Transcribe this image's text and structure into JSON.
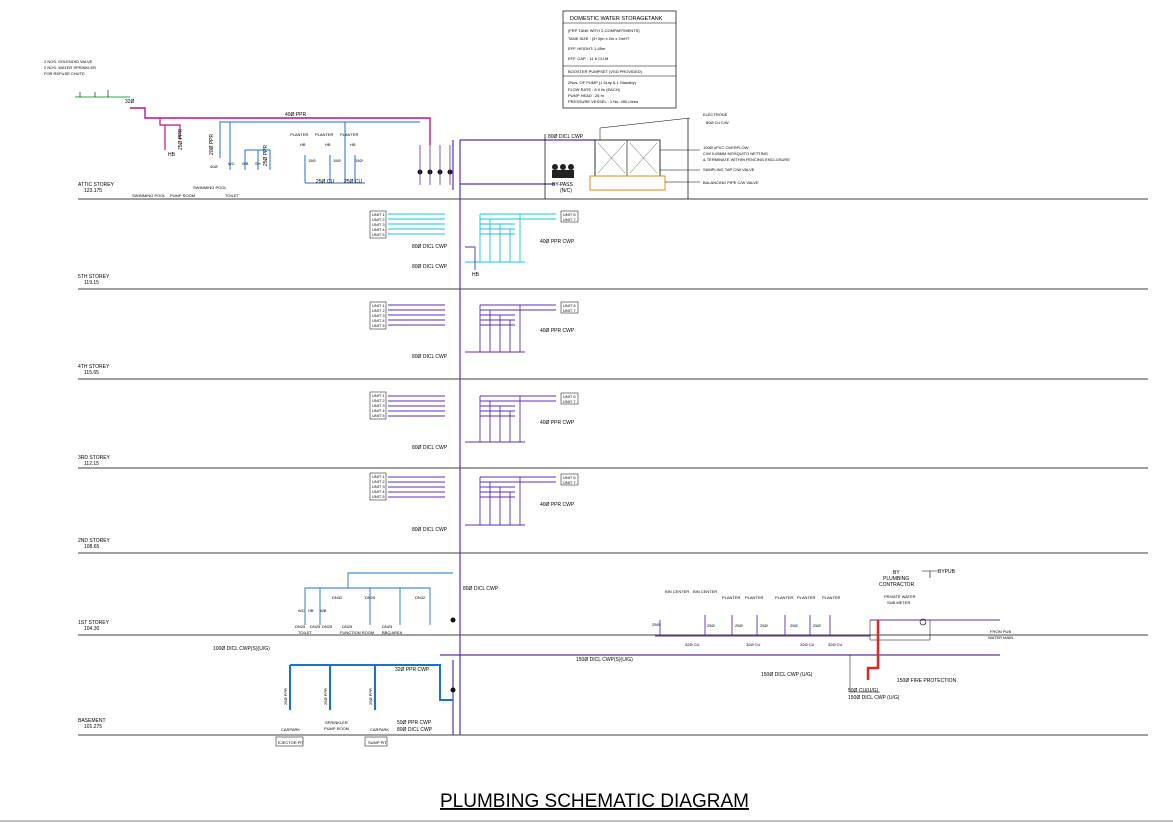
{
  "title": "PLUMBING SCHEMATIC DIAGRAM",
  "storeys": [
    {
      "name": "ATTIC STOREY",
      "level": "123.175"
    },
    {
      "name": "5TH STOREY",
      "level": "119.15"
    },
    {
      "name": "4TH STOREY",
      "level": "115.65"
    },
    {
      "name": "3RD STOREY",
      "level": "112.15"
    },
    {
      "name": "2ND STOREY",
      "level": "108.65"
    },
    {
      "name": "1ST STOREY",
      "level": "104.30"
    },
    {
      "name": "BASEMENT",
      "level": "101.275"
    }
  ],
  "tank_box": {
    "header": "DOMESTIC WATER STORAGETANK",
    "lines": [
      "(FRP TANK WITH 2-COMPARTMENTS)",
      "TANK SIZE : (3+3)m x 2m x 2mHT",
      "EFF. HEIGHT: 1.45m",
      "EFF. CAP. : 11.6 CU.M"
    ],
    "booster_header": "BOOSTER PUMPSET (VSD PROVIDED)",
    "booster_lines": [
      "2Nos. OF PUMP (1 Duty & 1 Standby)",
      "FLOW RATE  :  8.0 l/s (EACH)",
      "PUMP HEAD  :  26 m",
      "PRESSURE VESSEL : 1 No. 450 Litres"
    ]
  },
  "tank_notes": [
    "ELECTRODE",
    "80Ø Cu C/W",
    "100Ø uPVC OVERFLOW",
    "C/W 0.65MM MOSQUITO NETTING",
    "& TERMINATE WITHIN FENCING ENCLOSURE",
    "SAMPLING TAP C/W VALVE",
    "BALANCING PIPE C/W VALVE"
  ],
  "top_left_notes": [
    "2 NOS. SOLENOID VALVE",
    "2 NOS. WATER SPRINKLER",
    "FOR REFUSE CHUTE"
  ],
  "attic_labels": {
    "pipe_40": "40Ø PPR",
    "pipe_32": "32Ø",
    "pipe_80": "80Ø DICL CWP",
    "hb": "HB",
    "ppr_25": "25Ø PPR",
    "ppr_20": "20Ø PPR",
    "plant": "PLANTER",
    "cu25": "25Ø CU",
    "d15": "15Ø",
    "wc": "WC",
    "wb": "WB",
    "sh": "SH",
    "d40": "40Ø",
    "swimming": "SWIMMING POOL",
    "pumproom": "PUMP ROOM",
    "swimming_pool": "SWIMMING POOL",
    "toilet": "TOILET",
    "bypass": "BY-PASS",
    "nc": "(N/C)"
  },
  "typical": {
    "pipe_80_cwp": "80Ø DICL CWP",
    "pipe_80_cwp_short": "80Ø DICL CWP",
    "pipe_40": "40Ø PPR CWP",
    "hb": "HB"
  },
  "first_storey": {
    "pipe_80": "80Ø DICL CWP",
    "by_plumbing": "BY",
    "by_plumbing2": "PLUMBING",
    "by_plumbing3": "CONTRACTOR",
    "bypub": "BYPUB",
    "private_meter": "PRIVATE WATER",
    "sub_meter": "SUB METER",
    "from_pub": "FROM PUB",
    "water_main": "WATER MAIN",
    "fire": "150Ø FIRE PROTECTION",
    "pipe_150_a": "150Ø DICL CWP(S)(U/G)",
    "pipe_150_b": "150Ø DICL CWP (U/G)",
    "pipe_150_c": "150Ø DICL CWP (U/G)",
    "cu_small": "50Ø CU(U/G)",
    "pipe_100": "100Ø DICL CWP(S)(U/G)",
    "fixtures": [
      "BIN CENTER",
      "BIN CENTER",
      "PLANTER",
      "PLANTER",
      "PLANTER",
      "PLANTER",
      "PLANTER"
    ],
    "d25": "25Ø",
    "cu32": "32Ø CU",
    "dn25": "DN25",
    "dn32": "DN32",
    "toilet": "TOILET",
    "function_room": "FUNCTION ROOM",
    "bbq": "BBQ AREA"
  },
  "basement": {
    "pipe_32": "32Ø PPR CWP",
    "pipe_50": "50Ø PPR CWP",
    "pipe_80": "80Ø DICL CWP",
    "carpark1": "CARPARK",
    "sprinkler": "SPRINKLER",
    "pumproom": "PUMP ROOM",
    "carpark2": "CARPARK",
    "ejector": "EJECTOR PIT",
    "sump": "SUMP PIT",
    "ppr25": "25Ø PPR"
  },
  "unit_tags": [
    "UNIT 1",
    "UNIT 2",
    "UNIT 3",
    "UNIT 4",
    "UNIT 5"
  ],
  "unit_tags_right": [
    "UNIT 6",
    "UNIT 7"
  ],
  "colors": {
    "purple": "#5a2fb5",
    "cyan": "#19c4d4",
    "blue": "#1f6fd1",
    "magenta": "#b4197d",
    "green": "#2fa34a",
    "red": "#e22727",
    "orange": "#e08a1e",
    "line": "#000000"
  }
}
